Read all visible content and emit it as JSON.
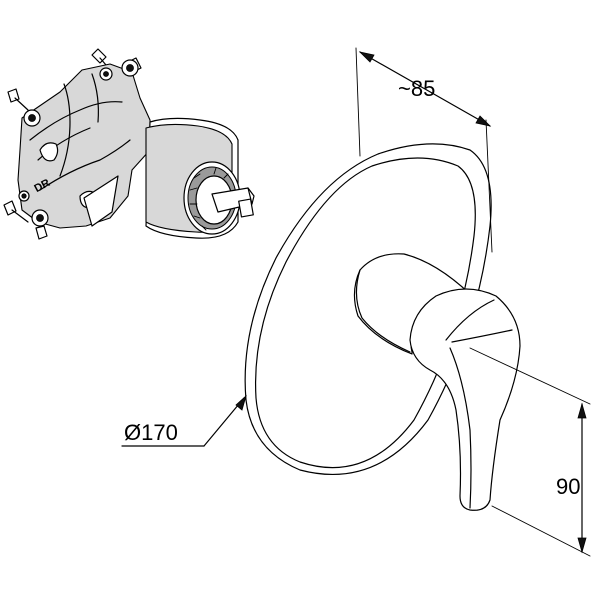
{
  "dimensions": {
    "width_label": "~85",
    "diameter_label": "Ø170",
    "height_label": "90"
  },
  "parts": {
    "valve_body_marking": "DR"
  }
}
